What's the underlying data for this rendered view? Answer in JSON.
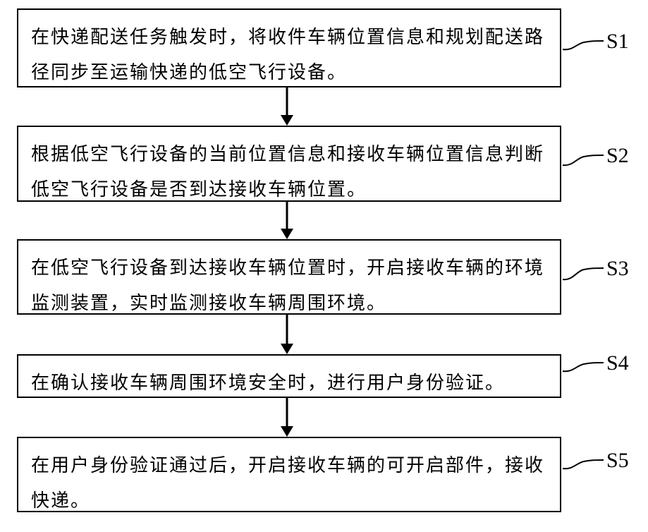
{
  "steps": [
    {
      "label": "S1",
      "text": "在快递配送任务触发时，将收件车辆位置信息和规划配送路径同步至运输快递的低空飞行设备。"
    },
    {
      "label": "S2",
      "text": "根据低空飞行设备的当前位置信息和接收车辆位置信息判断低空飞行设备是否到达接收车辆位置。"
    },
    {
      "label": "S3",
      "text": "在低空飞行设备到达接收车辆位置时，开启接收车辆的环境监测装置，实时监测接收车辆周围环境。"
    },
    {
      "label": "S4",
      "text": "在确认接收车辆周围环境安全时，进行用户身份验证。"
    },
    {
      "label": "S5",
      "text": "在用户身份验证通过后，开启接收车辆的可开启部件，接收快递。"
    }
  ]
}
